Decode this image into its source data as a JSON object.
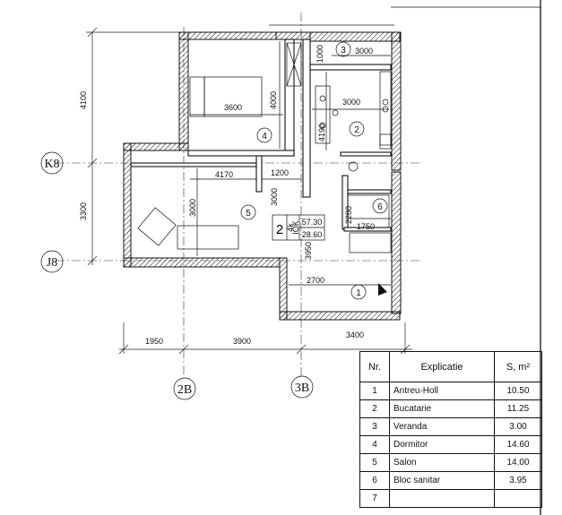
{
  "axes": {
    "k": "K8",
    "j": "J8",
    "c2": "2B",
    "c3": "3B"
  },
  "dimensions": {
    "left_top": "4100",
    "left_bottom": "3300",
    "bottom_1": "1950",
    "bottom_2": "3900",
    "bottom_3": "3400",
    "dormitor_w": "3600",
    "dormitor_h": "4000",
    "veranda_w": "3000",
    "veranda_h": "1000",
    "bucatarie_w": "3000",
    "bucatarie_h": "4190",
    "salon_w": "4170",
    "salon_h": "3000",
    "corridor_w": "1200",
    "corridor_h": "3000",
    "bloc_w": "1750",
    "bloc_h": "2280",
    "antreu_w": "2700",
    "antreu_h": "3950"
  },
  "room_numbers": [
    "1",
    "2",
    "3",
    "4",
    "5",
    "6"
  ],
  "stamp": {
    "big": "2",
    "r1": "4k",
    "r2": "IOK",
    "area1": "57.30",
    "area2": "28.60"
  },
  "legend": {
    "headers": {
      "nr": "Nr.",
      "explicatie": "Explicatie",
      "area": "S, m²"
    },
    "rows": [
      {
        "nr": "1",
        "name": "Antreu-Holl",
        "area": "10.50"
      },
      {
        "nr": "2",
        "name": "Bucatarie",
        "area": "11.25"
      },
      {
        "nr": "3",
        "name": "Veranda",
        "area": "3.00"
      },
      {
        "nr": "4",
        "name": "Dormitor",
        "area": "14.60"
      },
      {
        "nr": "5",
        "name": "Salon",
        "area": "14.00"
      },
      {
        "nr": "6",
        "name": "Bloc sanitar",
        "area": "3.95"
      },
      {
        "nr": "7",
        "name": "",
        "area": ""
      }
    ]
  }
}
